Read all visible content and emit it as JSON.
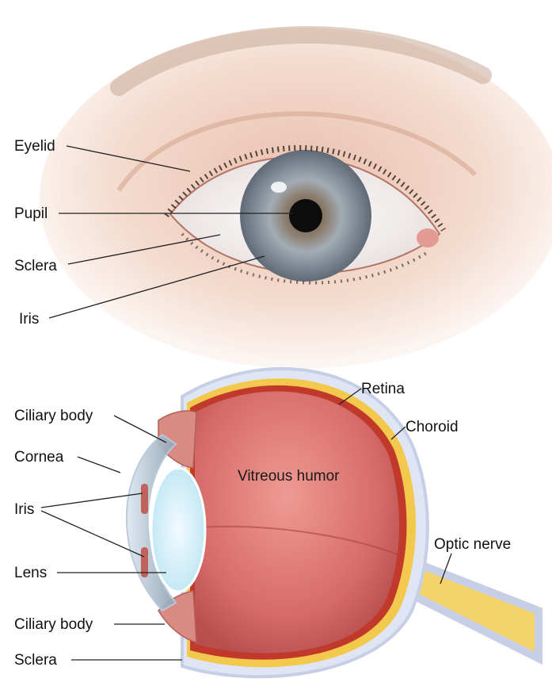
{
  "external_view": {
    "labels": {
      "eyelid": "Eyelid",
      "pupil": "Pupil",
      "sclera": "Sclera",
      "iris": "Iris"
    }
  },
  "cross_section": {
    "labels": {
      "retina": "Retina",
      "choroid": "Choroid",
      "ciliary_body_top": "Ciliary body",
      "cornea": "Cornea",
      "iris": "Iris",
      "vitreous_humor": "Vitreous humor",
      "optic_nerve": "Optic nerve",
      "lens": "Lens",
      "ciliary_body_bottom": "Ciliary body",
      "sclera": "Sclera"
    }
  },
  "colors": {
    "skin": "#f3d9c9",
    "iris": "#8a949e",
    "vitreous": "#d9706f",
    "sclera_outline": "#c6cfe6",
    "choroid": "#f2c94c",
    "retina": "#c0392b",
    "optic_nerve": "#f3d36a"
  }
}
